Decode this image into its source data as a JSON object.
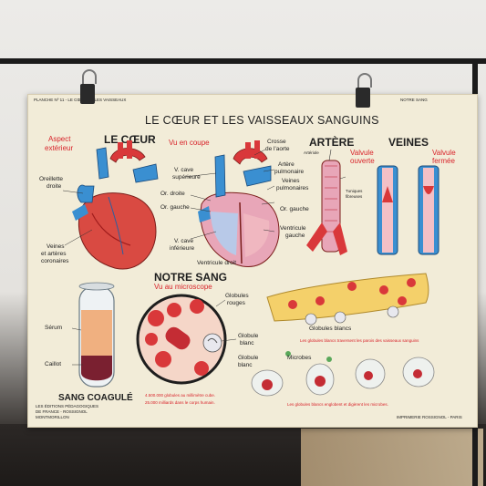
{
  "poster": {
    "header_left": "PLANCHE Nº 11 - LE CŒUR ET LES VAISSEAUX",
    "header_right": "NOTRE SANG",
    "title": "LE CŒUR ET LES VAISSEAUX SANGUINS",
    "left_heading": "LE CŒUR",
    "left_sub": [
      "Aspect",
      "extérieur"
    ],
    "coupe_sub": "Vu en coupe",
    "artere_heading": "ARTÈRE",
    "veines_heading": "VEINES",
    "valvule_ouverte": [
      "Valvule",
      "ouverte"
    ],
    "valvule_fermee": [
      "Valvule",
      "fermée"
    ],
    "heart_labels": {
      "oreillette": [
        "Oreillette",
        "droite"
      ],
      "veines_coronaires": [
        "Veines",
        "et artères",
        "coronaires"
      ],
      "v_cave_sup": [
        "V. cave",
        "supérieure"
      ],
      "or_droite": "Or. droite",
      "or_gauche_left": "Or. gauche",
      "v_cave_inf": [
        "V. cave",
        "inférieure"
      ],
      "ventricule_droit": "Ventricule droit",
      "crosse": [
        "Crosse",
        "de l'aorte"
      ],
      "artere_pulm": [
        "Artère",
        "pulmonaire"
      ],
      "veines_pulm": [
        "Veines",
        "pulmonaires"
      ],
      "or_gauche": "Or. gauche",
      "ventricule_gauche": [
        "Ventricule",
        "gauche"
      ],
      "arteriole": "Artériole",
      "tuniques": [
        "Tuniques",
        "fibreuses"
      ]
    },
    "sang": {
      "heading": "NOTRE SANG",
      "sub": "Vu au microscope",
      "globules_rouges": [
        "Globules",
        "rouges"
      ],
      "globule_blanc_1": [
        "Globule",
        "blanc"
      ],
      "globules_blancs": "Globules blancs",
      "globule_blanc_2": [
        "Globule",
        "blanc"
      ],
      "microbes": "Microbes",
      "traversent": "Les globules blancs traversent les parois des vaisseaux sanguins",
      "englobent": "Les globules blancs englobent et digèrent les microbes.",
      "stat_1": "4.500.000 globules au millimètre cube.",
      "stat_2": "25.000 milliards dans le corps humain."
    },
    "coagule": {
      "serum": "Sérum",
      "caillot": "Caillot",
      "heading": "SANG COAGULÉ"
    },
    "footer_left": [
      "LES ÉDITIONS PÉDAGOGIQUES",
      "DE FRANCE - ROSSIGNOL",
      "MONTMORILLON"
    ],
    "footer_right": "IMPRIMERIE ROSSIGNOL - PARIS"
  },
  "colors": {
    "red_text": "#d8232a",
    "artery_red": "#d9383a",
    "vein_blue": "#3a8fd1",
    "poster_bg": "#f2ecd8"
  }
}
